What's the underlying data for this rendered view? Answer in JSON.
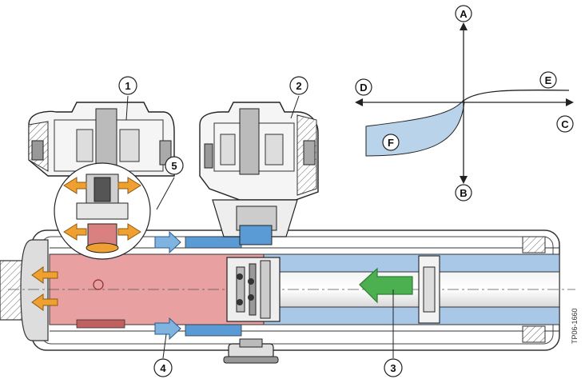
{
  "callouts": {
    "c1": "1",
    "c2": "2",
    "c3": "3",
    "c4": "4",
    "c5": "5"
  },
  "graph": {
    "label_a": "A",
    "label_b": "B",
    "label_c": "C",
    "label_d": "D",
    "label_e": "E",
    "label_f": "F"
  },
  "figure_code": "TP06-1660",
  "colors": {
    "rebound_chamber": "#e8a0a0",
    "compression_chamber": "#a9c8e8",
    "flow_arrow": "#4caf50",
    "outflow_arrow": "#f0a030",
    "inflow_arrow": "#5b9bd5",
    "curve_fill": "#b9d3ea"
  }
}
